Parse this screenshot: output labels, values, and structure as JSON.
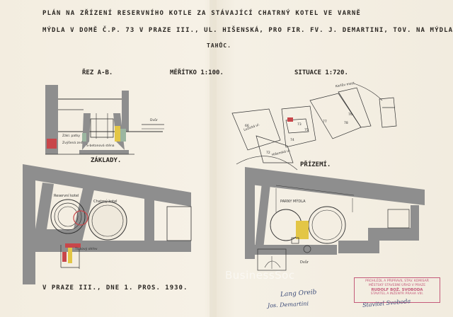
{
  "title_lines": [
    "PLÁN NA ZŘÍZENÍ RESERVNÍHO KOTLE ZA STÁVAJÍCÍ CHATRNÝ KOTEL VE VARNĚ",
    "MÝDLA V DOMĚ Č.P. 73 V PRAZE III., UL. HIŠENSKÁ, PRO FIR. FV. J. DEMARTINI, TOV. NA MÝDLA",
    "TAHŮC."
  ],
  "section_label": "ŘEZ A-B.",
  "scale_label": "MĚŘÍTKO 1:100.",
  "situation_label": "SITUACE 1:720.",
  "foundations_label": "ZÁKLADY.",
  "construction_label": "PŘÍZEMÍ.",
  "date_line": "V PRAZE III., DNE 1. PROS. 1930.",
  "plan_labels": {
    "reserve_boiler": "Reservní kotel",
    "old_boiler": "Chatrný kotel",
    "soap_hall": "PARNY MÝDLA",
    "yard": "Dvůr",
    "section_yard": "Dvůr",
    "support": "Tlakový ohřev",
    "street_a": "Lužická ul.",
    "street_b": "Hišenská ul.",
    "street_c": "Karlův most"
  },
  "section_notes": [
    "Zákl. patky",
    "Zvýšená zeď",
    "S-betonová stěna"
  ],
  "parcels": [
    "66",
    "77",
    "78",
    "76",
    "75",
    "74",
    "72",
    "73"
  ],
  "stamp": {
    "lines": [
      "PROHLÉDL A PŘIPRAVIL STAV. KOMISAŘ",
      "MĚSTSKÝ STAVEBNÍ ÚŘAD V PRAZE",
      "RUDOLF BOŽ. SVOBODA",
      "STAVITEL A INŽENÝR PRAHA VIII."
    ]
  },
  "signatures": [
    "Lang Oreib",
    "Jos. Demartini",
    "Stavitel Svoboda"
  ],
  "watermark": "BusinessSoc",
  "colors": {
    "paper": "#f4eee2",
    "wall_gray": "#8e8e8e",
    "highlight_yellow": "#e3c646",
    "highlight_red": "#c8464a",
    "highlight_green": "#9bb6a0",
    "stamp_pink": "#c45a7a",
    "ink": "#2a2622"
  }
}
